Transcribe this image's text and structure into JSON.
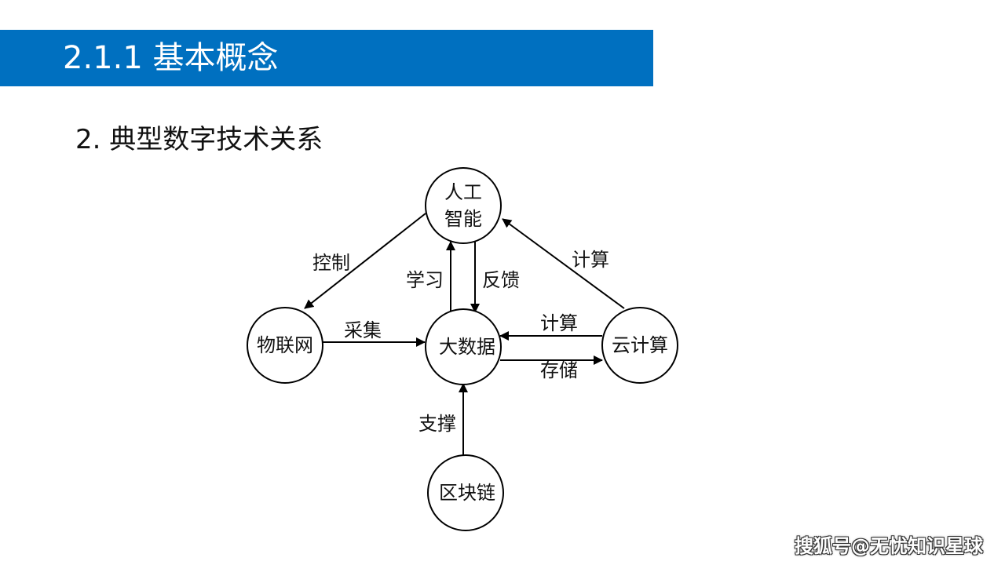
{
  "header": {
    "title": "2.1.1 基本概念",
    "accent_color": "#0070c0"
  },
  "subtitle": "2. 典型数字技术关系",
  "diagram": {
    "nodes": {
      "ai": {
        "line1": "人工",
        "line2": "智能"
      },
      "iot": {
        "label": "物联网"
      },
      "bigdata": {
        "label": "大数据"
      },
      "cloud": {
        "label": "云计算"
      },
      "blockchain": {
        "label": "区块链"
      }
    },
    "edges": {
      "ai_iot": "控制",
      "bigdata_ai": "学习",
      "ai_bigdata": "反馈",
      "cloud_ai": "计算",
      "iot_bigdata": "采集",
      "cloud_bigdata": "计算",
      "bigdata_cloud": "存储",
      "blockchain_bigdata": "支撑"
    }
  },
  "watermark": "搜狐号@无忧知识星球"
}
